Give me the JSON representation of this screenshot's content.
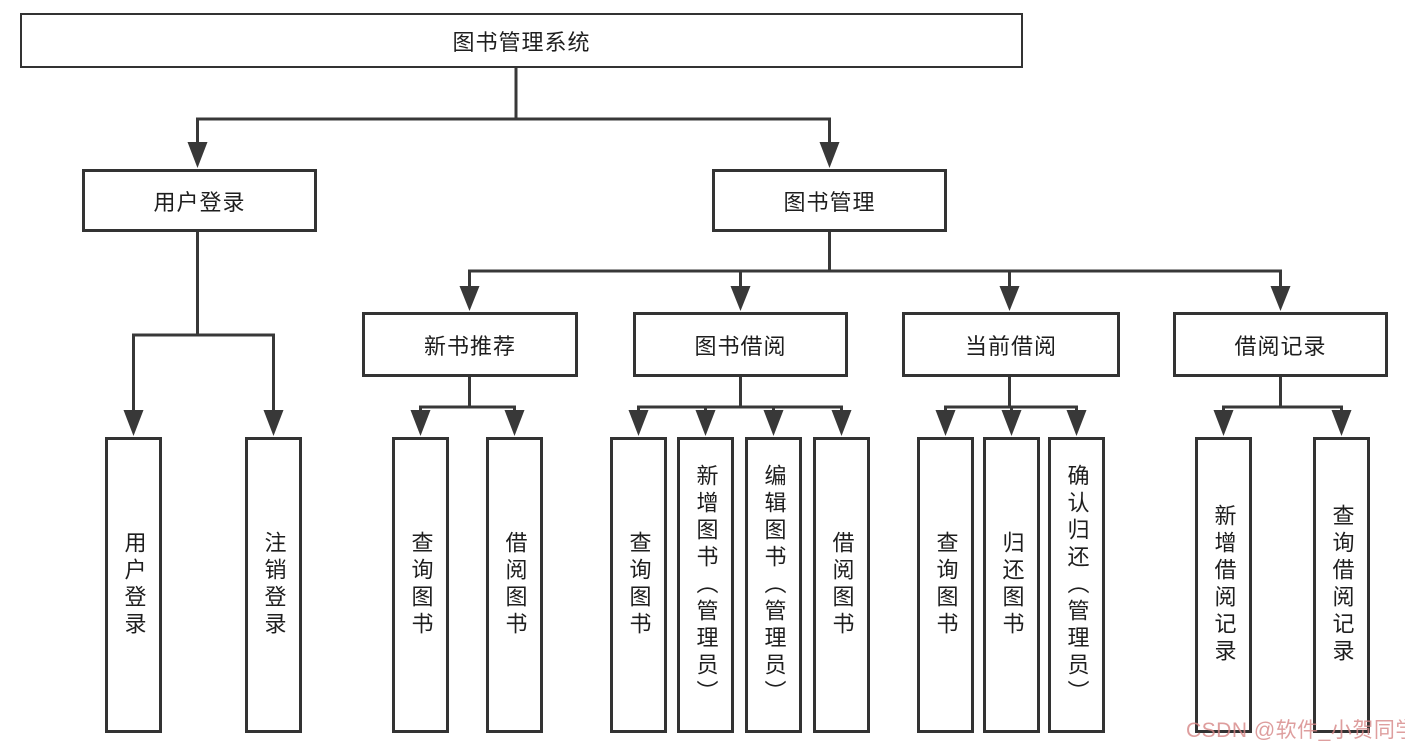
{
  "watermark": "CSDN @软件_小贺同学",
  "colors": {
    "line": "#383838",
    "border": "#333333",
    "watermark_tint": "#d68686"
  },
  "tree": {
    "root": "图书管理系统",
    "branches": [
      {
        "label": "用户登录",
        "children": [
          {
            "label": "用户登录"
          },
          {
            "label": "注销登录"
          }
        ]
      },
      {
        "label": "图书管理",
        "groups": [
          {
            "label": "新书推荐",
            "children": [
              {
                "label": "查询图书"
              },
              {
                "label": "借阅图书"
              }
            ]
          },
          {
            "label": "图书借阅",
            "children": [
              {
                "label": "查询图书"
              },
              {
                "label": "新增图书（管理员）"
              },
              {
                "label": "编辑图书（管理员）"
              },
              {
                "label": "借阅图书"
              }
            ]
          },
          {
            "label": "当前借阅",
            "children": [
              {
                "label": "查询图书"
              },
              {
                "label": "归还图书"
              },
              {
                "label": "确认归还（管理员）"
              }
            ]
          },
          {
            "label": "借阅记录",
            "children": [
              {
                "label": "新增借阅记录"
              },
              {
                "label": "查询借阅记录"
              }
            ]
          }
        ]
      }
    ]
  }
}
